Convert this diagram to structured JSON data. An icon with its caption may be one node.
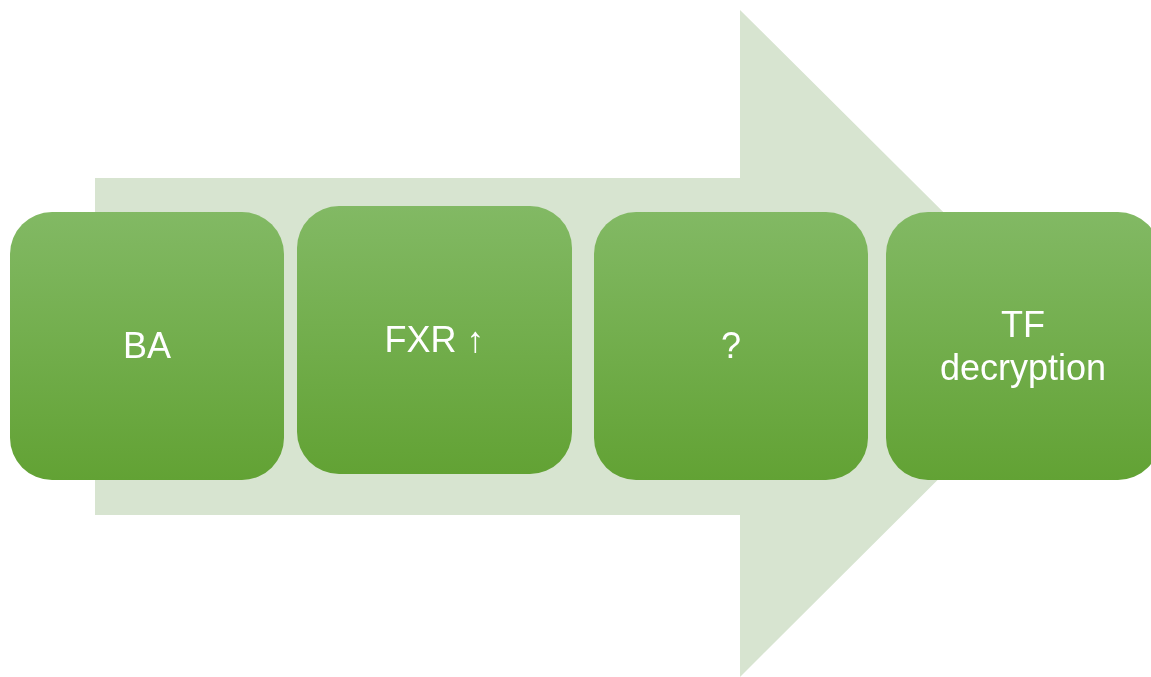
{
  "diagram": {
    "nodes": [
      {
        "text": [
          "BA"
        ]
      },
      {
        "text": [
          "FXR ↑"
        ]
      },
      {
        "text": [
          "?"
        ]
      },
      {
        "text": [
          "TF decryption"
        ]
      }
    ],
    "edges": [
      {
        "from": 0,
        "to": 3,
        "arrow": "to"
      }
    ]
  }
}
